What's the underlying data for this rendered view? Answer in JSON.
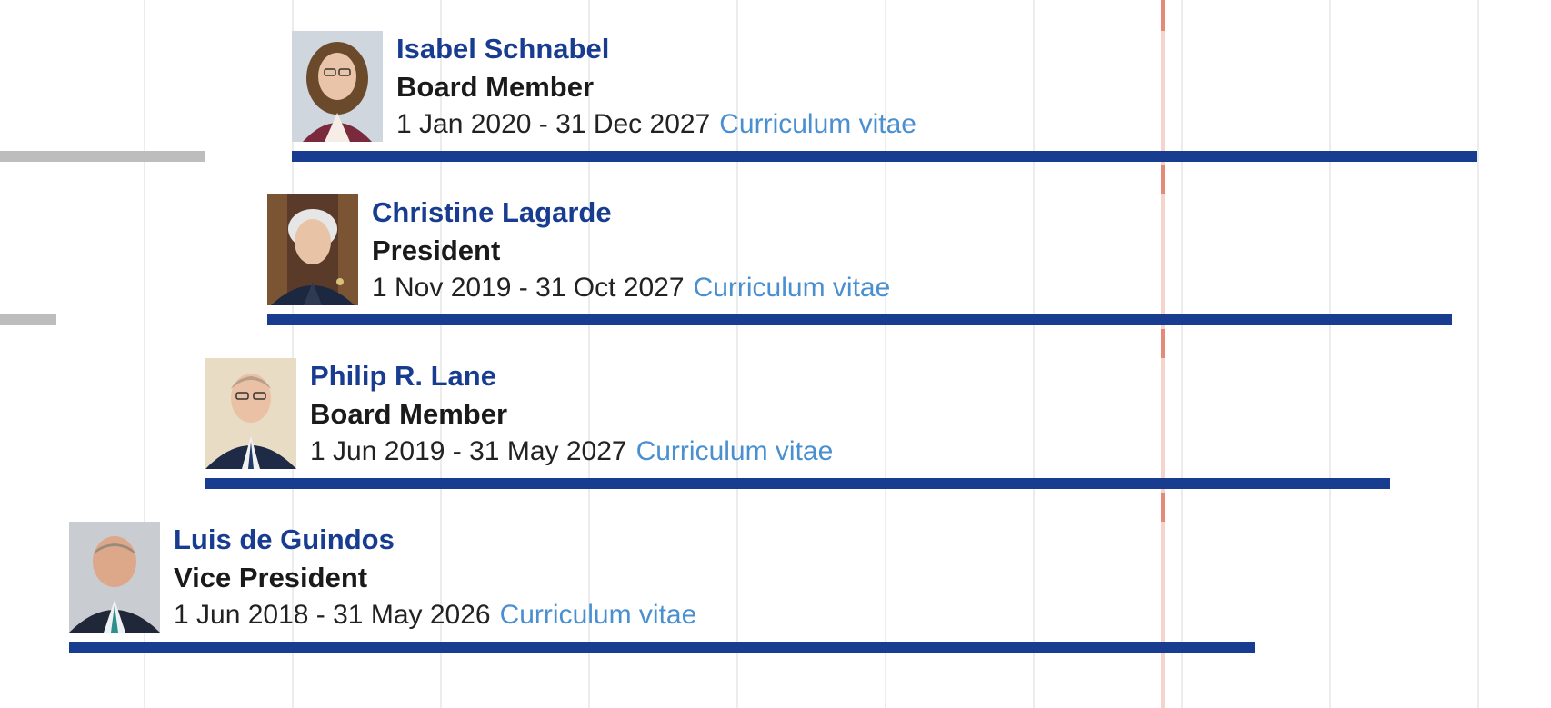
{
  "members": [
    {
      "name": "Isabel Schnabel",
      "role": "Board Member",
      "dates": "1 Jan 2020 - 31 Dec 2027",
      "cv_label": "Curriculum vitae"
    },
    {
      "name": "Christine Lagarde",
      "role": "President",
      "dates": "1 Nov 2019 - 31 Oct 2027",
      "cv_label": "Curriculum vitae"
    },
    {
      "name": "Philip R. Lane",
      "role": "Board Member",
      "dates": "1 Jun 2019 - 31 May 2027",
      "cv_label": "Curriculum vitae"
    },
    {
      "name": "Luis de Guindos",
      "role": "Vice President",
      "dates": "1 Jun 2018 - 31 May 2026",
      "cv_label": "Curriculum vitae"
    }
  ],
  "colors": {
    "tenure_bar": "#173c90",
    "name_text": "#173c90",
    "link_text": "#4a8fd0",
    "past_bar": "#bdbdbd",
    "today_marker": "#e07c68"
  }
}
